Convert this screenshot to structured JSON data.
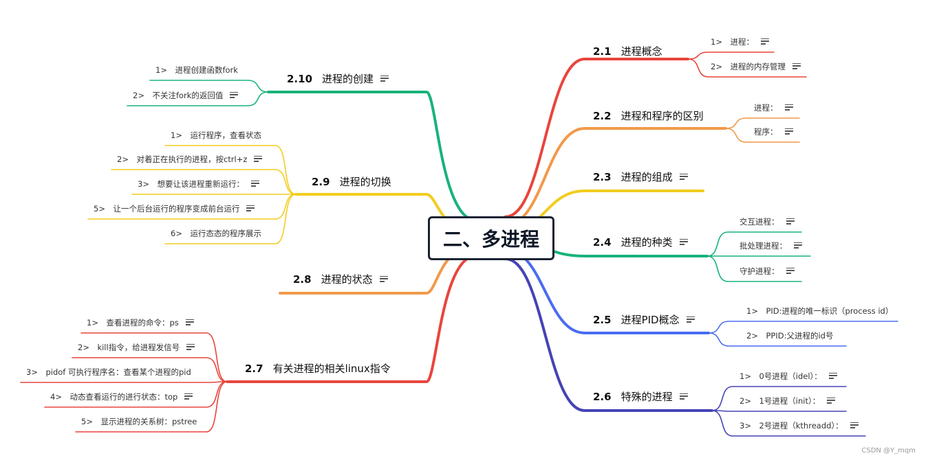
{
  "root": {
    "label": "二、多进程"
  },
  "branches": [
    {
      "id": "b21",
      "num": "2.1",
      "title": "进程概念",
      "color": "#e8453c",
      "note": false,
      "leaves": [
        {
          "text": "1>　进程：",
          "note": true
        },
        {
          "text": "2>　进程的内存管理",
          "note": true
        }
      ]
    },
    {
      "id": "b22",
      "num": "2.2",
      "title": "进程和程序的区别",
      "color": "#f2994a",
      "note": false,
      "leaves": [
        {
          "text": "进程：",
          "note": true
        },
        {
          "text": "程序：",
          "note": true
        }
      ]
    },
    {
      "id": "b23",
      "num": "2.3",
      "title": "进程的组成",
      "color": "#f2cc1f",
      "note": true,
      "leaves": []
    },
    {
      "id": "b24",
      "num": "2.4",
      "title": "进程的种类",
      "color": "#18b37a",
      "note": true,
      "leaves": [
        {
          "text": "交互进程：",
          "note": true
        },
        {
          "text": "批处理进程：",
          "note": true
        },
        {
          "text": "守护进程：",
          "note": true
        }
      ]
    },
    {
      "id": "b25",
      "num": "2.5",
      "title": "进程PID概念",
      "color": "#4a6cf0",
      "note": true,
      "leaves": [
        {
          "text": "1>　PID:进程的唯一标识（process id）",
          "note": false
        },
        {
          "text": "2>　PPID:父进程的id号",
          "note": false
        }
      ]
    },
    {
      "id": "b26",
      "num": "2.6",
      "title": "特殊的进程",
      "color": "#4543b5",
      "note": true,
      "leaves": [
        {
          "text": "1>　0号进程（idel）：",
          "note": true
        },
        {
          "text": "2>　1号进程（init）：",
          "note": true
        },
        {
          "text": "3>　2号进程（kthreadd）：",
          "note": true
        }
      ]
    },
    {
      "id": "b27",
      "num": "2.7",
      "title": "有关进程的相关linux指令",
      "color": "#e8453c",
      "note": false,
      "leaves": [
        {
          "text": "1>　查看进程的命令：ps",
          "note": true
        },
        {
          "text": "2>　kill指令，给进程发信号",
          "note": true
        },
        {
          "text": "3>　pidof 可执行程序名：查看某个进程的pid",
          "note": false
        },
        {
          "text": "4>　动态查看运行的进行状态：top",
          "note": true
        },
        {
          "text": "5>　显示进程的关系树：pstree",
          "note": false
        }
      ]
    },
    {
      "id": "b28",
      "num": "2.8",
      "title": "进程的状态",
      "color": "#f2994a",
      "note": true,
      "leaves": []
    },
    {
      "id": "b29",
      "num": "2.9",
      "title": "进程的切换",
      "color": "#f2cc1f",
      "note": false,
      "leaves": [
        {
          "text": "1>　运行程序，查看状态",
          "note": false
        },
        {
          "text": "2>　对着正在执行的进程，按ctrl+z",
          "note": true
        },
        {
          "text": "3>　想要让该进程重新运行：",
          "note": true
        },
        {
          "text": "5>　让一个后台运行的程序变成前台运行",
          "note": true
        },
        {
          "text": "6>　运行态态的程序展示",
          "note": false
        }
      ]
    },
    {
      "id": "b210",
      "num": "2.10",
      "title": "进程的创建",
      "color": "#18b37a",
      "note": true,
      "leaves": [
        {
          "text": "1>　进程创建函数fork",
          "note": false
        },
        {
          "text": "2>　不关注fork的返回值",
          "note": true
        }
      ]
    }
  ],
  "watermark": "CSDN @Y_mqm"
}
